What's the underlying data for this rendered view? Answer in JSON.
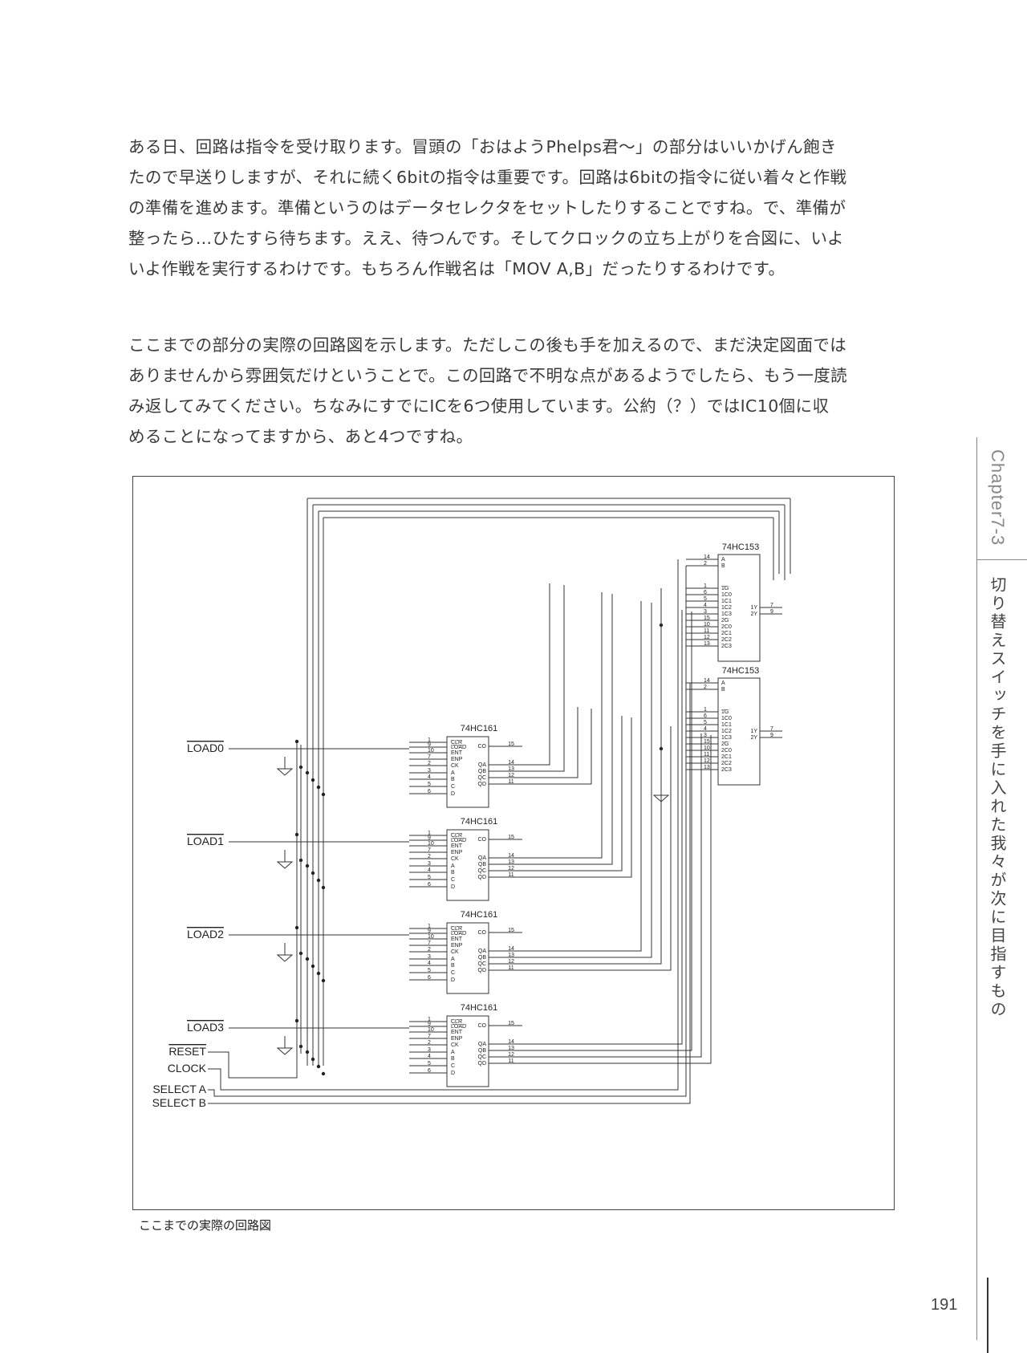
{
  "paragraphs": {
    "p1": [
      "ある日、回路は指令を受け取ります。冒頭の「おはようPhelps君〜」の部分はいいかげん飽き",
      "たので早送りしますが、それに続く6bitの指令は重要です。回路は6bitの指令に従い着々と作戦",
      "の準備を進めます。準備というのはデータセレクタをセットしたりすることですね。で、準備が",
      "整ったら…ひたすら待ちます。ええ、待つんです。そしてクロックの立ち上がりを合図に、いよ",
      "いよ作戦を実行するわけです。もちろん作戦名は「MOV A,B」だったりするわけです。"
    ],
    "p2": [
      "ここまでの部分の実際の回路図を示します。ただしこの後も手を加えるので、まだ決定図面では",
      "ありませんから雰囲気だけということで。この回路で不明な点があるようでしたら、もう一度読",
      "み返してみてください。ちなみにすでにICを6つ使用しています。公約（？）ではIC10個に収",
      "めることになってますから、あと4つですね。"
    ]
  },
  "circuit": {
    "counter_chip": "74HC161",
    "selector_chip": "74HC153",
    "counter_pins_left": [
      "1",
      "9",
      "10",
      "7",
      "2",
      "3",
      "4",
      "5",
      "6"
    ],
    "counter_labels_left": [
      "CLR",
      "LOAD",
      "ENT",
      "ENP",
      "CK",
      "A",
      "B",
      "C",
      "D"
    ],
    "counter_pins_right": [
      "15",
      "14",
      "13",
      "12",
      "11"
    ],
    "counter_labels_right": [
      "CO",
      "QA",
      "QB",
      "QC",
      "QD"
    ],
    "selector_pins_left": [
      "14",
      "2",
      "1",
      "6",
      "5",
      "4",
      "3",
      "15",
      "10",
      "11",
      "12",
      "13"
    ],
    "selector_labels_left": [
      "A",
      "B",
      "1G",
      "1C0",
      "1C1",
      "1C2",
      "1C3",
      "2G",
      "2C0",
      "2C1",
      "2C2",
      "2C3"
    ],
    "selector_pins_right": [
      "7",
      "9"
    ],
    "selector_labels_right": [
      "1Y",
      "2Y"
    ],
    "inputs": {
      "load0": "LOAD0",
      "load1": "LOAD1",
      "load2": "LOAD2",
      "load3": "LOAD3",
      "reset": "RESET",
      "clock": "CLOCK",
      "select_a": "SELECT A",
      "select_b": "SELECT B"
    }
  },
  "caption": "ここまでの実際の回路図",
  "sidebar": {
    "chapter": "Chapter7-3",
    "title": "切り替えスイッチを手に入れた我々が次に目指すもの"
  },
  "page_number": "191"
}
